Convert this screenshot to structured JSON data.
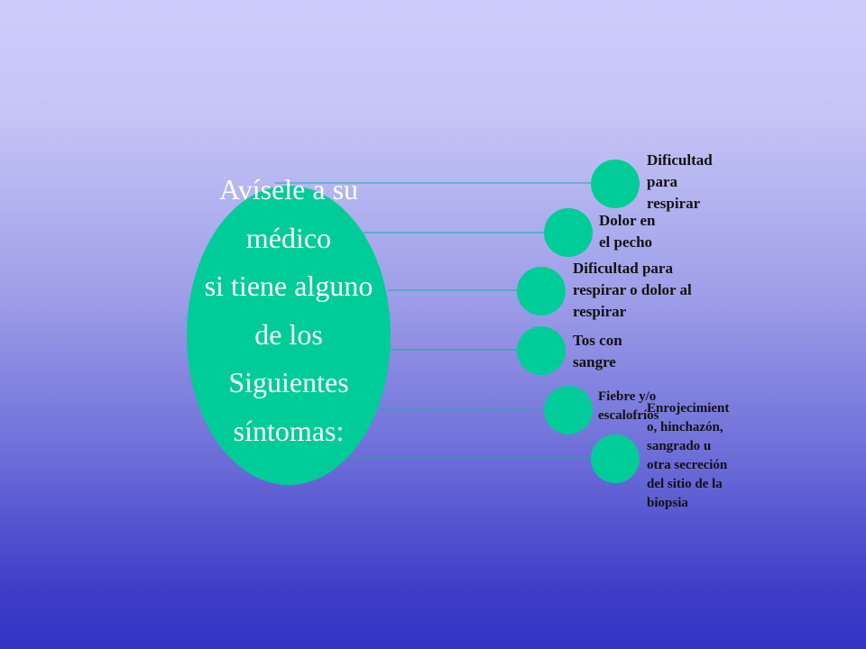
{
  "colors": {
    "background_top": "#cdcdfc",
    "background_bottom": "#3333c4",
    "shape_fill": "#00cc99",
    "connector": "#1fa89a",
    "main_text": "#ffffff",
    "label_text": "#111111"
  },
  "main": {
    "lines": [
      "Avísele a su",
      "médico",
      "si tiene alguno",
      "de los",
      "Siguientes",
      "síntomas:"
    ]
  },
  "nodes": [
    {
      "label_lines": [
        "Dificultad",
        "para",
        "respirar"
      ]
    },
    {
      "label_lines": [
        "Dolor en",
        "el pecho"
      ]
    },
    {
      "label_lines": [
        "Dificultad para",
        "respirar o dolor al",
        "respirar"
      ]
    },
    {
      "label_lines": [
        "Tos con",
        "sangre"
      ]
    },
    {
      "label_lines": [
        "Fiebre y/o",
        "escalofríos"
      ]
    },
    {
      "label_lines": [
        "Enrojecimient",
        "o, hinchazón,",
        "sangrado u",
        "otra secreción",
        "del sitio de la",
        "biopsia"
      ]
    }
  ]
}
